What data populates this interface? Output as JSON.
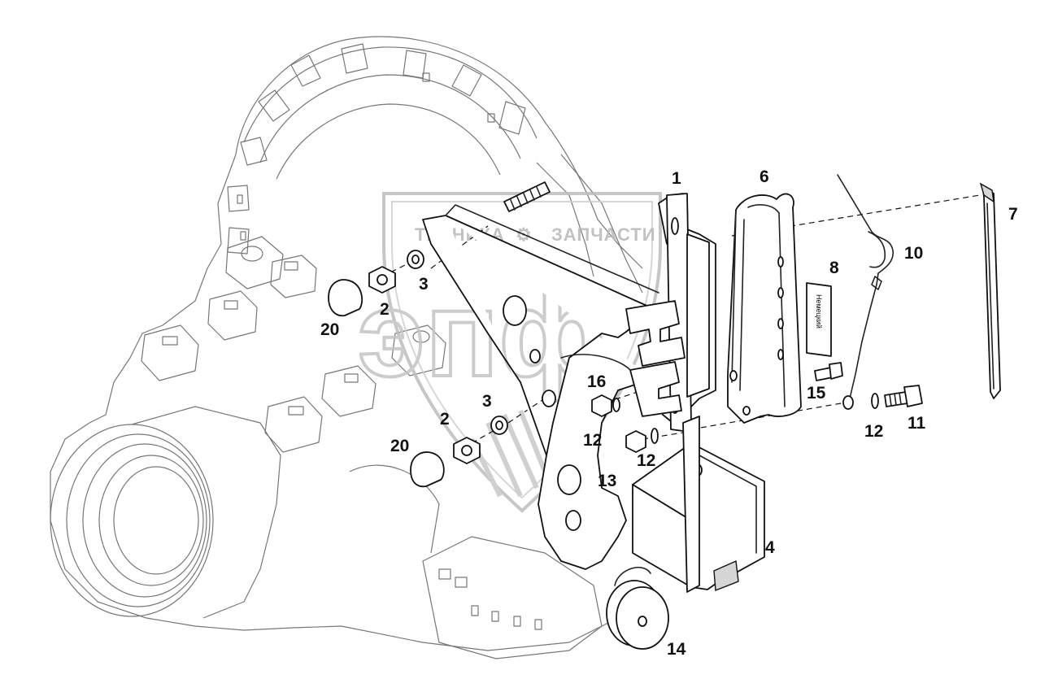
{
  "watermark": {
    "brand_left": "ТЕХНИКА",
    "brand_right": "ЗАПЧАСТИ",
    "monogram": "эпф"
  },
  "label_plate": {
    "text": "Немецкий"
  },
  "callouts": [
    {
      "id": "c1",
      "text": "1"
    },
    {
      "id": "c6",
      "text": "6"
    },
    {
      "id": "c7",
      "text": "7"
    },
    {
      "id": "c10",
      "text": "10"
    },
    {
      "id": "c8",
      "text": "8"
    },
    {
      "id": "c3a",
      "text": "3"
    },
    {
      "id": "c2a",
      "text": "2"
    },
    {
      "id": "c20a",
      "text": "20"
    },
    {
      "id": "c16",
      "text": "16"
    },
    {
      "id": "c3b",
      "text": "3"
    },
    {
      "id": "c2b",
      "text": "2"
    },
    {
      "id": "c12a",
      "text": "12"
    },
    {
      "id": "c15",
      "text": "15"
    },
    {
      "id": "c20b",
      "text": "20"
    },
    {
      "id": "c13",
      "text": "13"
    },
    {
      "id": "c12b",
      "text": "12"
    },
    {
      "id": "c12c",
      "text": "12"
    },
    {
      "id": "c11",
      "text": "11"
    },
    {
      "id": "c4",
      "text": "4"
    },
    {
      "id": "c14",
      "text": "14"
    }
  ]
}
